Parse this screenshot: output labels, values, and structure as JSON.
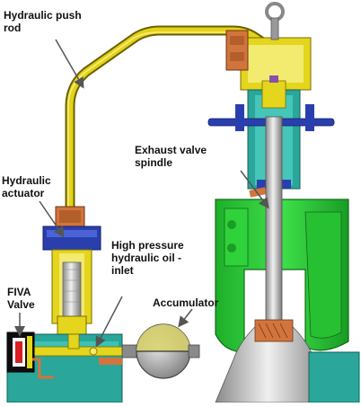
{
  "diagram": {
    "labels": {
      "push_rod": [
        "Hydraulic push",
        "rod"
      ],
      "actuator": [
        "Hydraulic",
        "actuator"
      ],
      "exhaust_spindle": [
        "Exhaust valve",
        "spindle"
      ],
      "hp_inlet": [
        "High pressure",
        "hydraulic oil -",
        "inlet"
      ],
      "accumulator": "Accumulator",
      "fiva": [
        "FIVA",
        "Valve"
      ]
    },
    "colors": {
      "push_rod": "#e2d31a",
      "valve_body": "#2fd23a",
      "teal_parts": "#2aa69a",
      "actuator_collar": "#2a3fae",
      "flange": "#d2743d",
      "spindle": "#c8c8c8",
      "accumulator_body": "#b5b5b5",
      "arrow": "#555555"
    }
  }
}
